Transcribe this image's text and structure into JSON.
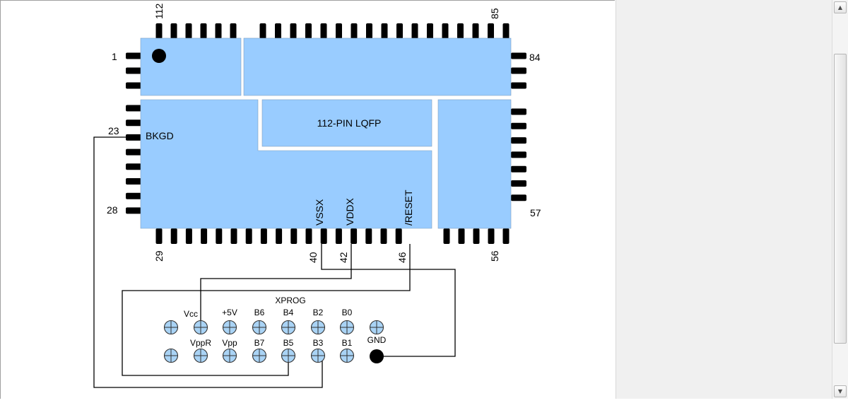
{
  "chip": {
    "title": "112-PIN LQFP",
    "pin_labels": {
      "bkgd": "BKGD",
      "vssx": "VSSX",
      "vddx": "VDDX",
      "reset": "/RESET"
    },
    "pin_numbers": {
      "p1": "1",
      "p23": "23",
      "p28": "28",
      "p29": "29",
      "p40": "40",
      "p42": "42",
      "p46": "46",
      "p56": "56",
      "p57": "57",
      "p84": "84",
      "p85": "85",
      "p112": "112"
    }
  },
  "connector": {
    "title": "XPROG",
    "top_labels": [
      "Vcc",
      "+5V",
      "B6",
      "B4",
      "B2",
      "B0"
    ],
    "bottom_labels": [
      "VppR",
      "Vpp",
      "B7",
      "B5",
      "B3",
      "B1"
    ],
    "gnd_label": "GND"
  },
  "colors": {
    "chip_fill": "#99ccff",
    "pin_color": "#000000",
    "wire_color": "#000000",
    "pad_fill": "#a9d3f5",
    "gnd_fill": "#000000"
  },
  "icons": {
    "scroll_up": "chevron-up-icon",
    "scroll_down": "chevron-down-icon"
  }
}
